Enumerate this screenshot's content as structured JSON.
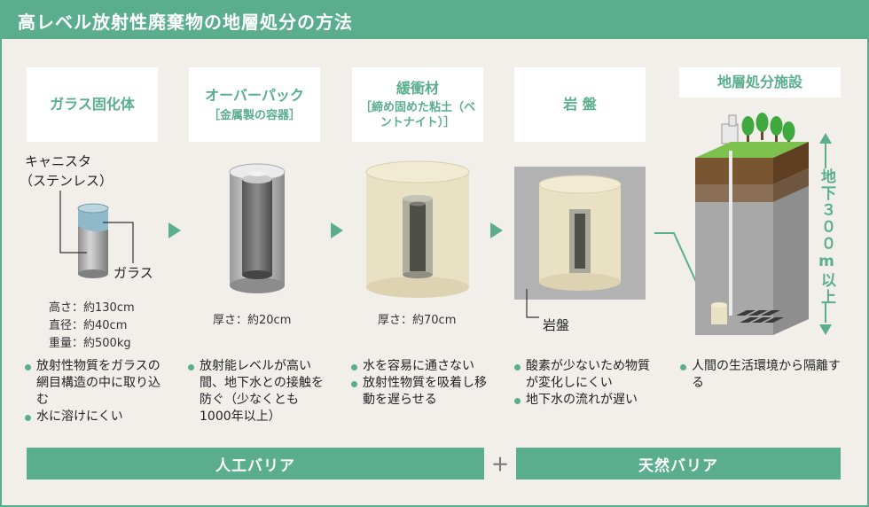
{
  "title": "高レベル放射性廃棄物の地層処分の方法",
  "steps": [
    {
      "header": "ガラス固化体",
      "sub": "",
      "labels": {
        "canister": "キャニスタ",
        "canister_sub": "（ステンレス）",
        "glass": "ガラス"
      },
      "specs": [
        "高さ：約130cm",
        "直径：約40cm",
        "重量：約500kg"
      ],
      "bullets": [
        "放射性物質をガラスの網目構造の中に取り込む",
        "水に溶けにくい"
      ]
    },
    {
      "header": "オーバーパック",
      "sub": "［金属製の容器］",
      "specs": [
        "厚さ：約20cm"
      ],
      "bullets": [
        "放射能レベルが高い間、地下水との接触を防ぐ（少なくとも1000年以上）"
      ]
    },
    {
      "header": "緩衝材",
      "sub": "［締め固めた粘土（ベントナイト）］",
      "specs": [
        "厚さ：約70cm"
      ],
      "bullets": [
        "水を容易に通さない",
        "放射性物質を吸着し移動を遅らせる"
      ]
    },
    {
      "header": "岩 盤",
      "sub": "",
      "labels": {
        "rock": "岩盤"
      },
      "bullets": [
        "酸素が少ないため物質が変化しにくい",
        "地下水の流れが遅い"
      ]
    },
    {
      "header": "地層処分施設",
      "sub": "",
      "depth": "地下３００m以上",
      "bullets": [
        "人間の生活環境から隔離する"
      ]
    }
  ],
  "barriers": {
    "engineered": "人工バリア",
    "plus": "＋",
    "natural": "天然バリア"
  },
  "colors": {
    "accent": "#5aae8e",
    "background": "#f2efea",
    "clay": "#e9e1c4",
    "rock": "#b2b2b2"
  }
}
